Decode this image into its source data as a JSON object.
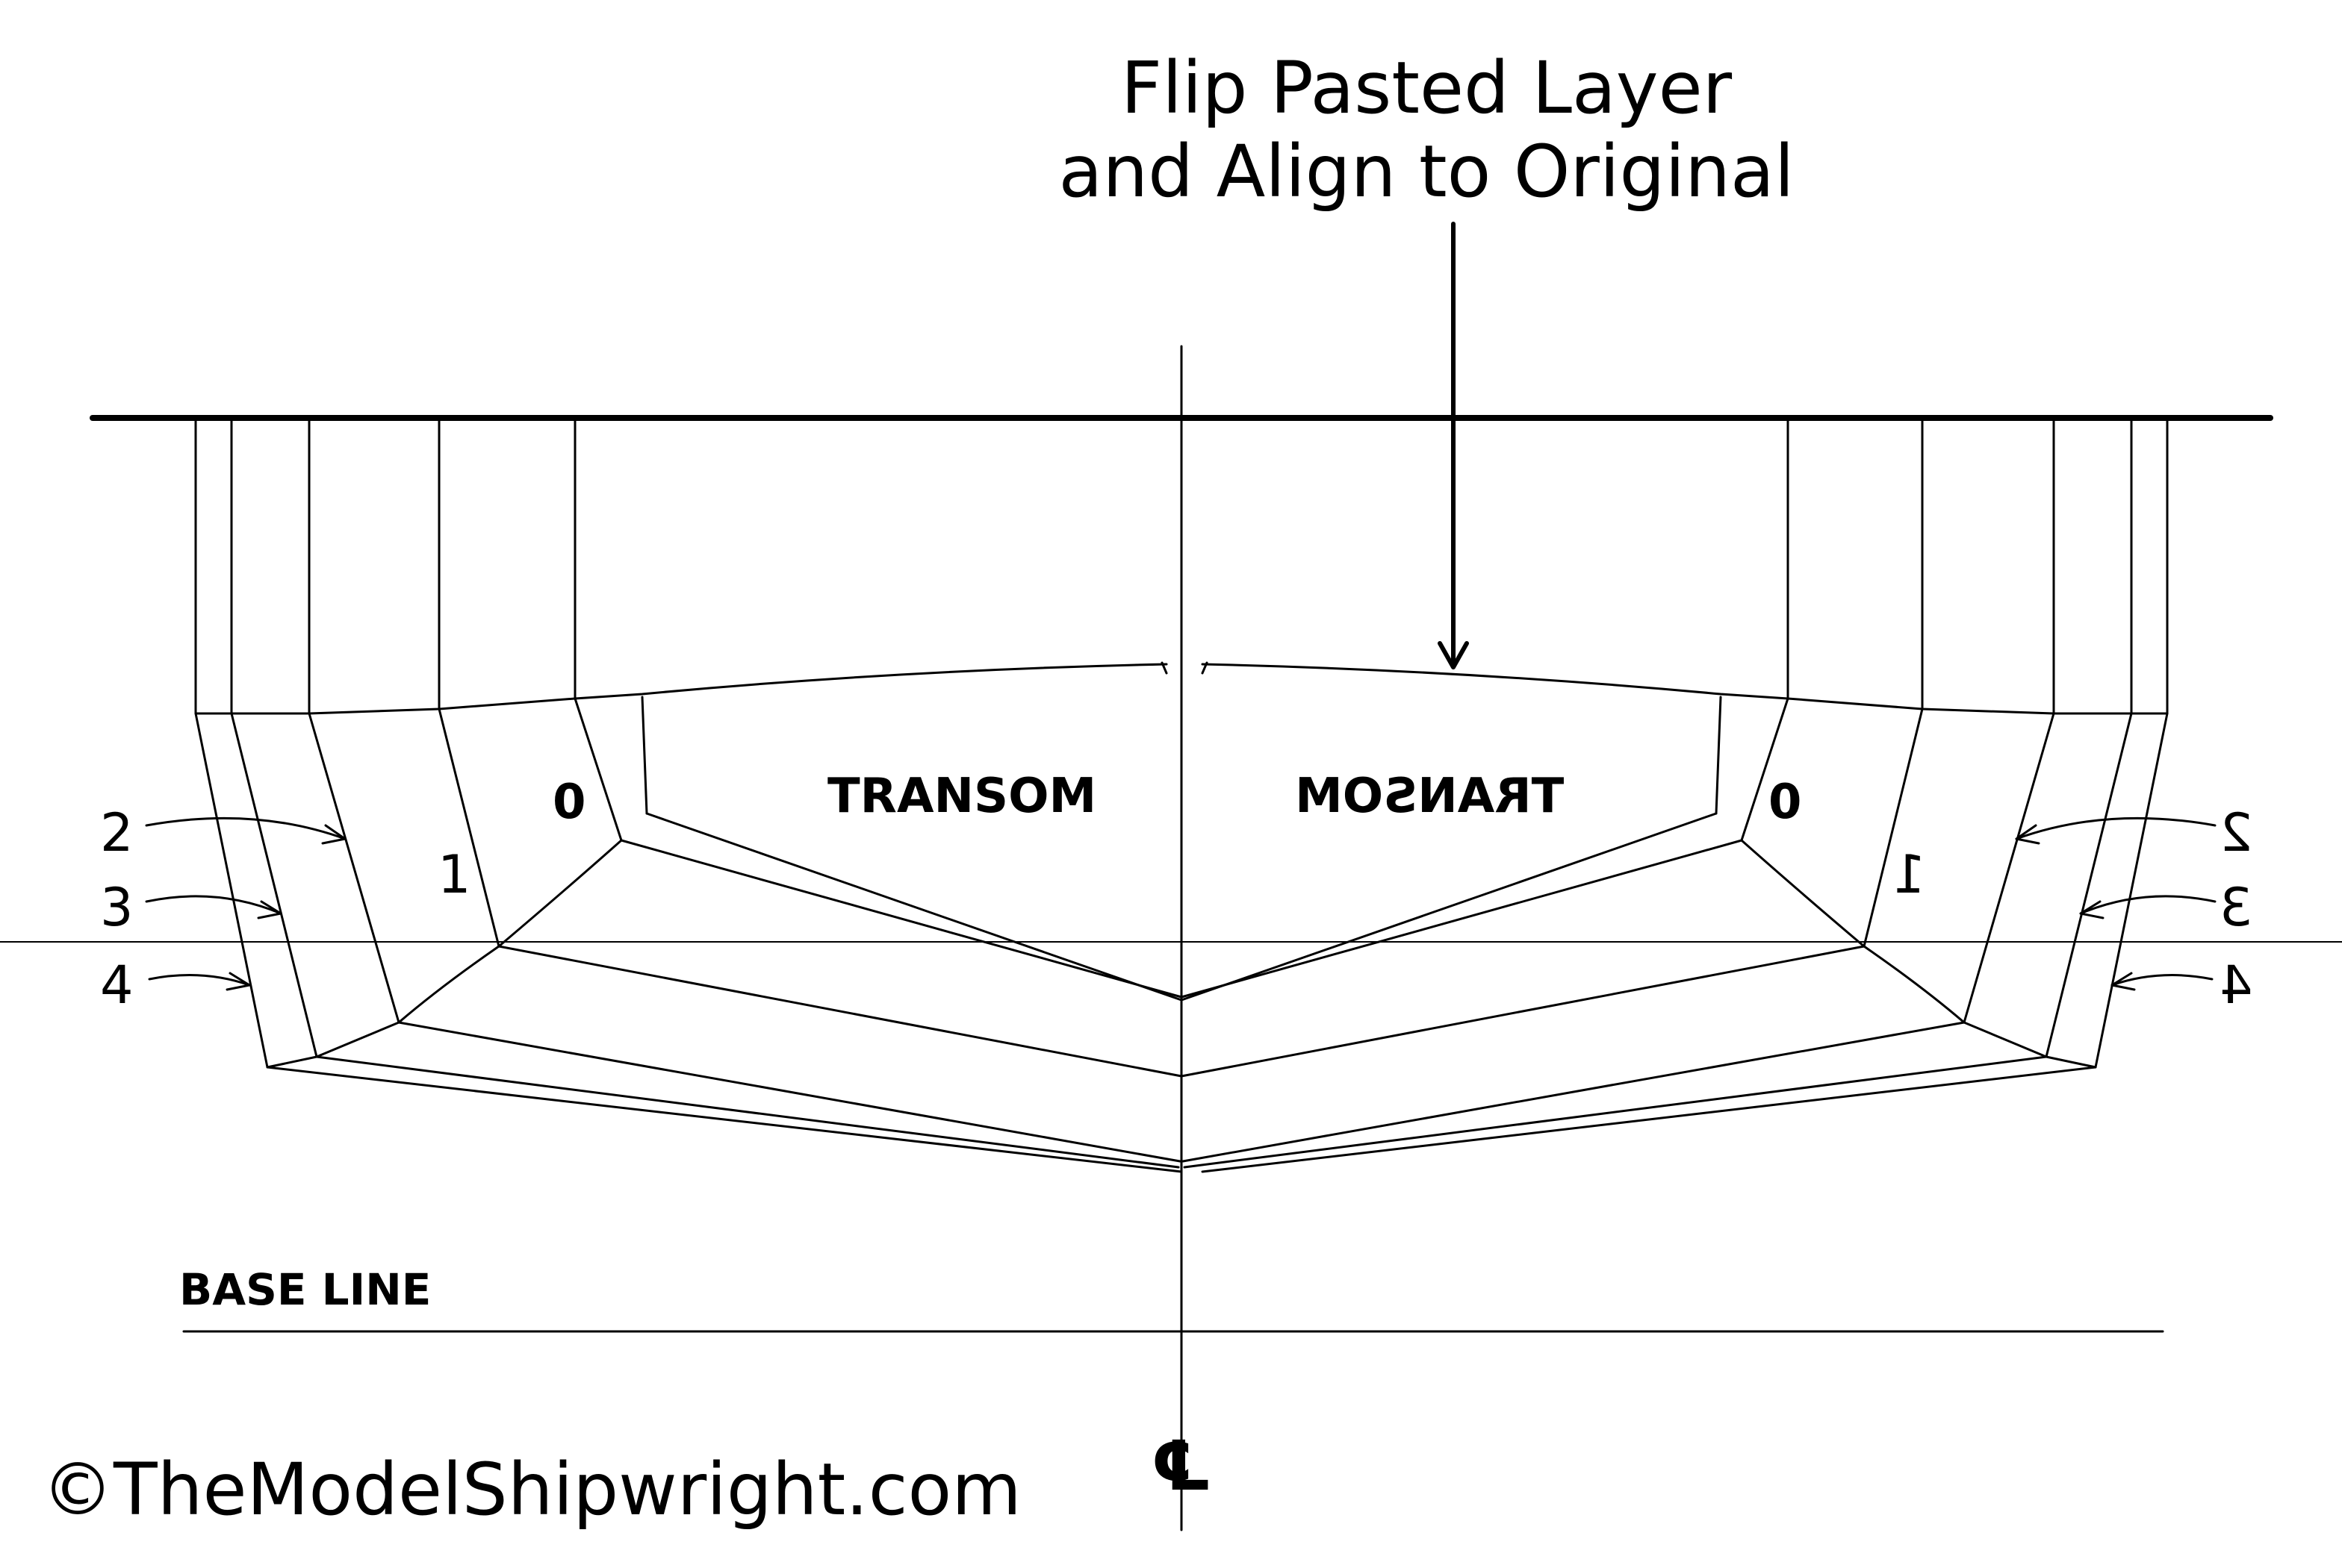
{
  "caption": {
    "line1": "Flip Pasted Layer",
    "line2": "and Align to Original"
  },
  "labels": {
    "transom": "TRANSOM",
    "station_0": "0",
    "station_1": "1",
    "waterline_2": "2",
    "waterline_3": "3",
    "waterline_4": "4",
    "base_line": "BASE LINE",
    "centerline": "℄"
  },
  "copyright": "©TheModelShipwright.com",
  "colors": {
    "ink": "#000000",
    "background": "#ffffff"
  }
}
